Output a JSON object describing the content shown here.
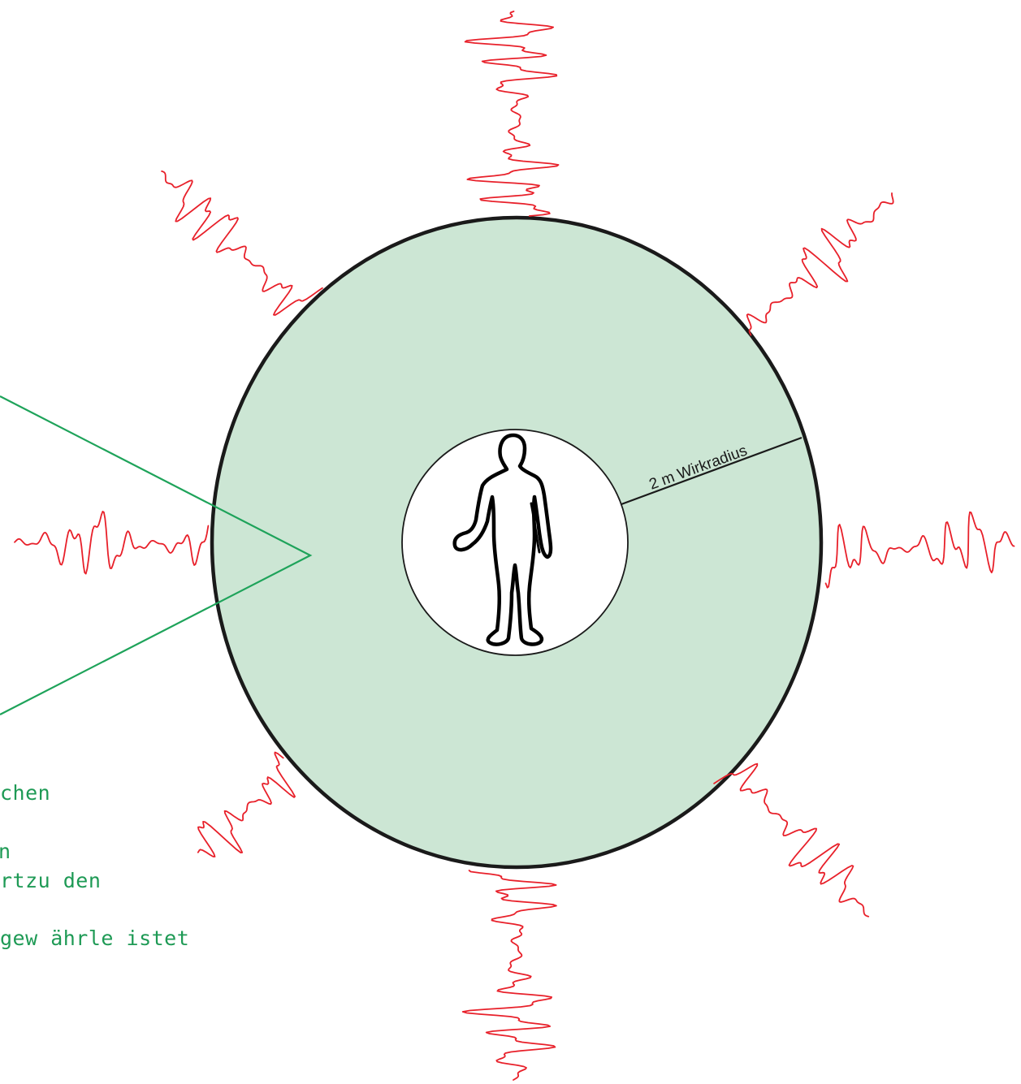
{
  "colors": {
    "zone_fill": "#cce6d4",
    "zone_stroke": "#1a1a1a",
    "inner_fill": "#ffffff",
    "wave": "#e8202a",
    "callout": "#1ea35a",
    "callout_text": "#1e9a55",
    "figure": "#000000"
  },
  "radius_label": "2 m Wirkradius",
  "callout_text": [
    "chen",
    "n",
    "rtzu den",
    "gew ährle istet"
  ],
  "icons": {
    "person": "human-silhouette-icon",
    "wave": "wavy-line-icon"
  }
}
